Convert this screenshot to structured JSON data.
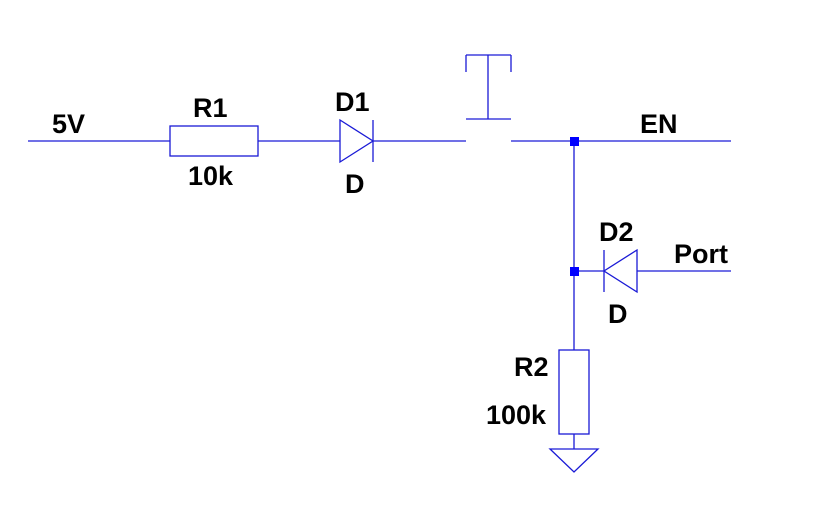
{
  "nets": {
    "supply": "5V",
    "enable": "EN",
    "port": "Port"
  },
  "components": {
    "r1": {
      "ref": "R1",
      "value": "10k"
    },
    "d1": {
      "ref": "D1",
      "model": "D"
    },
    "d2": {
      "ref": "D2",
      "model": "D"
    },
    "r2": {
      "ref": "R2",
      "value": "100k"
    }
  },
  "colors": {
    "wire": "#1a1ad6",
    "junction": "#0000ff",
    "label": "#000000",
    "background": "#ffffff"
  }
}
